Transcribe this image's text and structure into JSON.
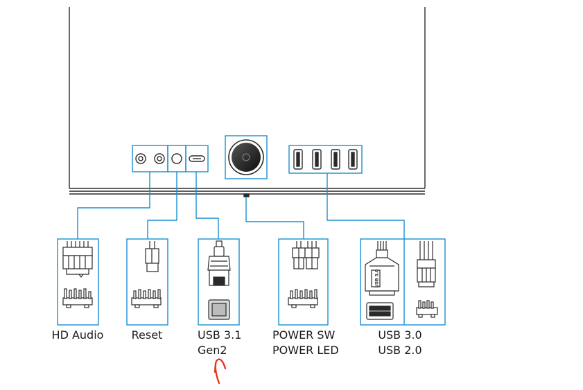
{
  "diagram": {
    "title": "",
    "colors": {
      "outline": "#2a2a2a",
      "highlight": "#1a8fd0",
      "annotation": "#e8361c",
      "connector_fill": "#d9d9d9"
    },
    "front_panel_ports": [
      {
        "name": "audio-jack",
        "icon": "audio-jack-icon"
      },
      {
        "name": "reset-button",
        "icon": "reset-button-icon"
      },
      {
        "name": "usb-c-port",
        "icon": "usb-c-icon"
      },
      {
        "name": "power-button",
        "icon": "power-button-icon"
      },
      {
        "name": "usb-a-ports",
        "icon": "usb-a-icon"
      }
    ],
    "headers": [
      {
        "id": "hd-audio",
        "lines": [
          "HD Audio"
        ]
      },
      {
        "id": "reset",
        "lines": [
          "Reset"
        ]
      },
      {
        "id": "usb31",
        "lines": [
          "USB 3.1",
          "Gen2"
        ]
      },
      {
        "id": "power",
        "lines": [
          "POWER SW",
          "POWER LED"
        ]
      },
      {
        "id": "usb30",
        "lines": [
          "USB 3.0",
          "USB 2.0"
        ]
      }
    ],
    "usb30_connector_mark": "USB 3.0"
  }
}
